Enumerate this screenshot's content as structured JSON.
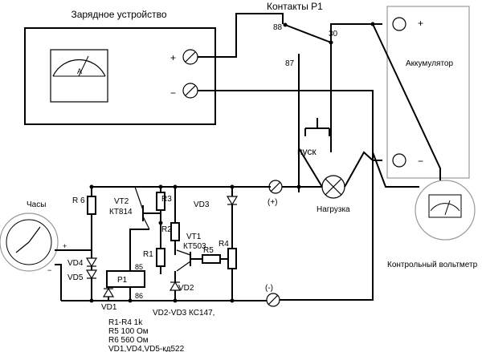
{
  "labels": {
    "charger_title": "Зарядное устройство",
    "contacts_title": "Контакты Р1",
    "c88": "88",
    "c30": "30",
    "c87": "87",
    "battery_title": "Аккумулятор",
    "plus": "+",
    "minus": "−",
    "meter_needle_letter": "A",
    "start_button": "пуск",
    "clock_title": "Часы",
    "r6": "R 6",
    "vt2": "VT2",
    "kt814": "КТ814",
    "r3": "R3",
    "vd3": "VD3",
    "r2": "R2",
    "vt1": "VT1",
    "kt503": "КТ503",
    "r1": "R1",
    "r5": "R5",
    "r4": "R4",
    "vd4": "VD4",
    "vd5": "VD5",
    "p1": "Р1",
    "p85": "85",
    "p86": "86",
    "vd2": "VD2",
    "vd1": "VD1",
    "terminal_plus": "(+)",
    "terminal_minus": "(-)",
    "load_title": "Нагрузка",
    "voltmeter_title": "Контрольный вольтметр",
    "clock_plus": "+",
    "clock_minus": "−",
    "vd_spec": "VD2-VD3 КС147,"
  },
  "parts_list": [
    "R1-R4  1k",
    "R5 100 Ом",
    "R6   560  Ом",
    "VD1,VD4,VD5-кд522"
  ]
}
